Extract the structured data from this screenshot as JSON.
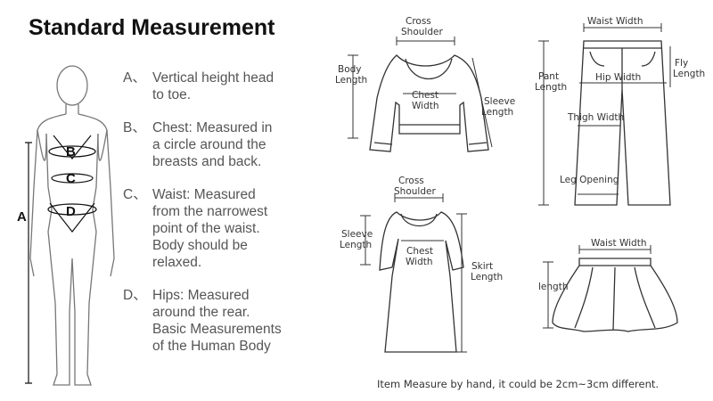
{
  "title": "Standard Measurement",
  "definitions": [
    {
      "letter": "A、",
      "text": "Vertical height head\nto toe."
    },
    {
      "letter": "B、",
      "text": "Chest: Measured in\na circle around the\nbreasts and back."
    },
    {
      "letter": "C、",
      "text": "Waist: Measured\nfrom the narrowest\npoint of the waist.\nBody should be\nrelaxed."
    },
    {
      "letter": "D、",
      "text": "Hips: Measured\naround the rear.\nBasic Measurements\nof the Human Body"
    }
  ],
  "body_labels": {
    "a": "A",
    "b": "B",
    "c": "C",
    "d": "D"
  },
  "sweater": {
    "cross_shoulder": [
      "Cross",
      "Shoulder"
    ],
    "body_length": [
      "Body",
      "Length"
    ],
    "chest_width": [
      "Chest",
      "Width"
    ],
    "sleeve_length": [
      "Sleeve",
      "Length"
    ]
  },
  "pants": {
    "waist_width": "Waist Width",
    "pant_length": [
      "Pant",
      "Length"
    ],
    "fly_length": [
      "Fly",
      "Length"
    ],
    "hip_width": "Hip Width",
    "thigh_width": "Thigh Width",
    "leg_opening": "Leg Opening"
  },
  "dress": {
    "cross_shoulder": [
      "Cross",
      "Shoulder"
    ],
    "sleeve_length": [
      "Sleeve",
      "Length"
    ],
    "chest_width": [
      "Chest",
      "Width"
    ],
    "skirt_length": [
      "Skirt",
      "Length"
    ]
  },
  "skirt": {
    "waist_width": "Waist Width",
    "length": "length"
  },
  "footnote": "Item Measure by hand, it could be 2cm~3cm different."
}
